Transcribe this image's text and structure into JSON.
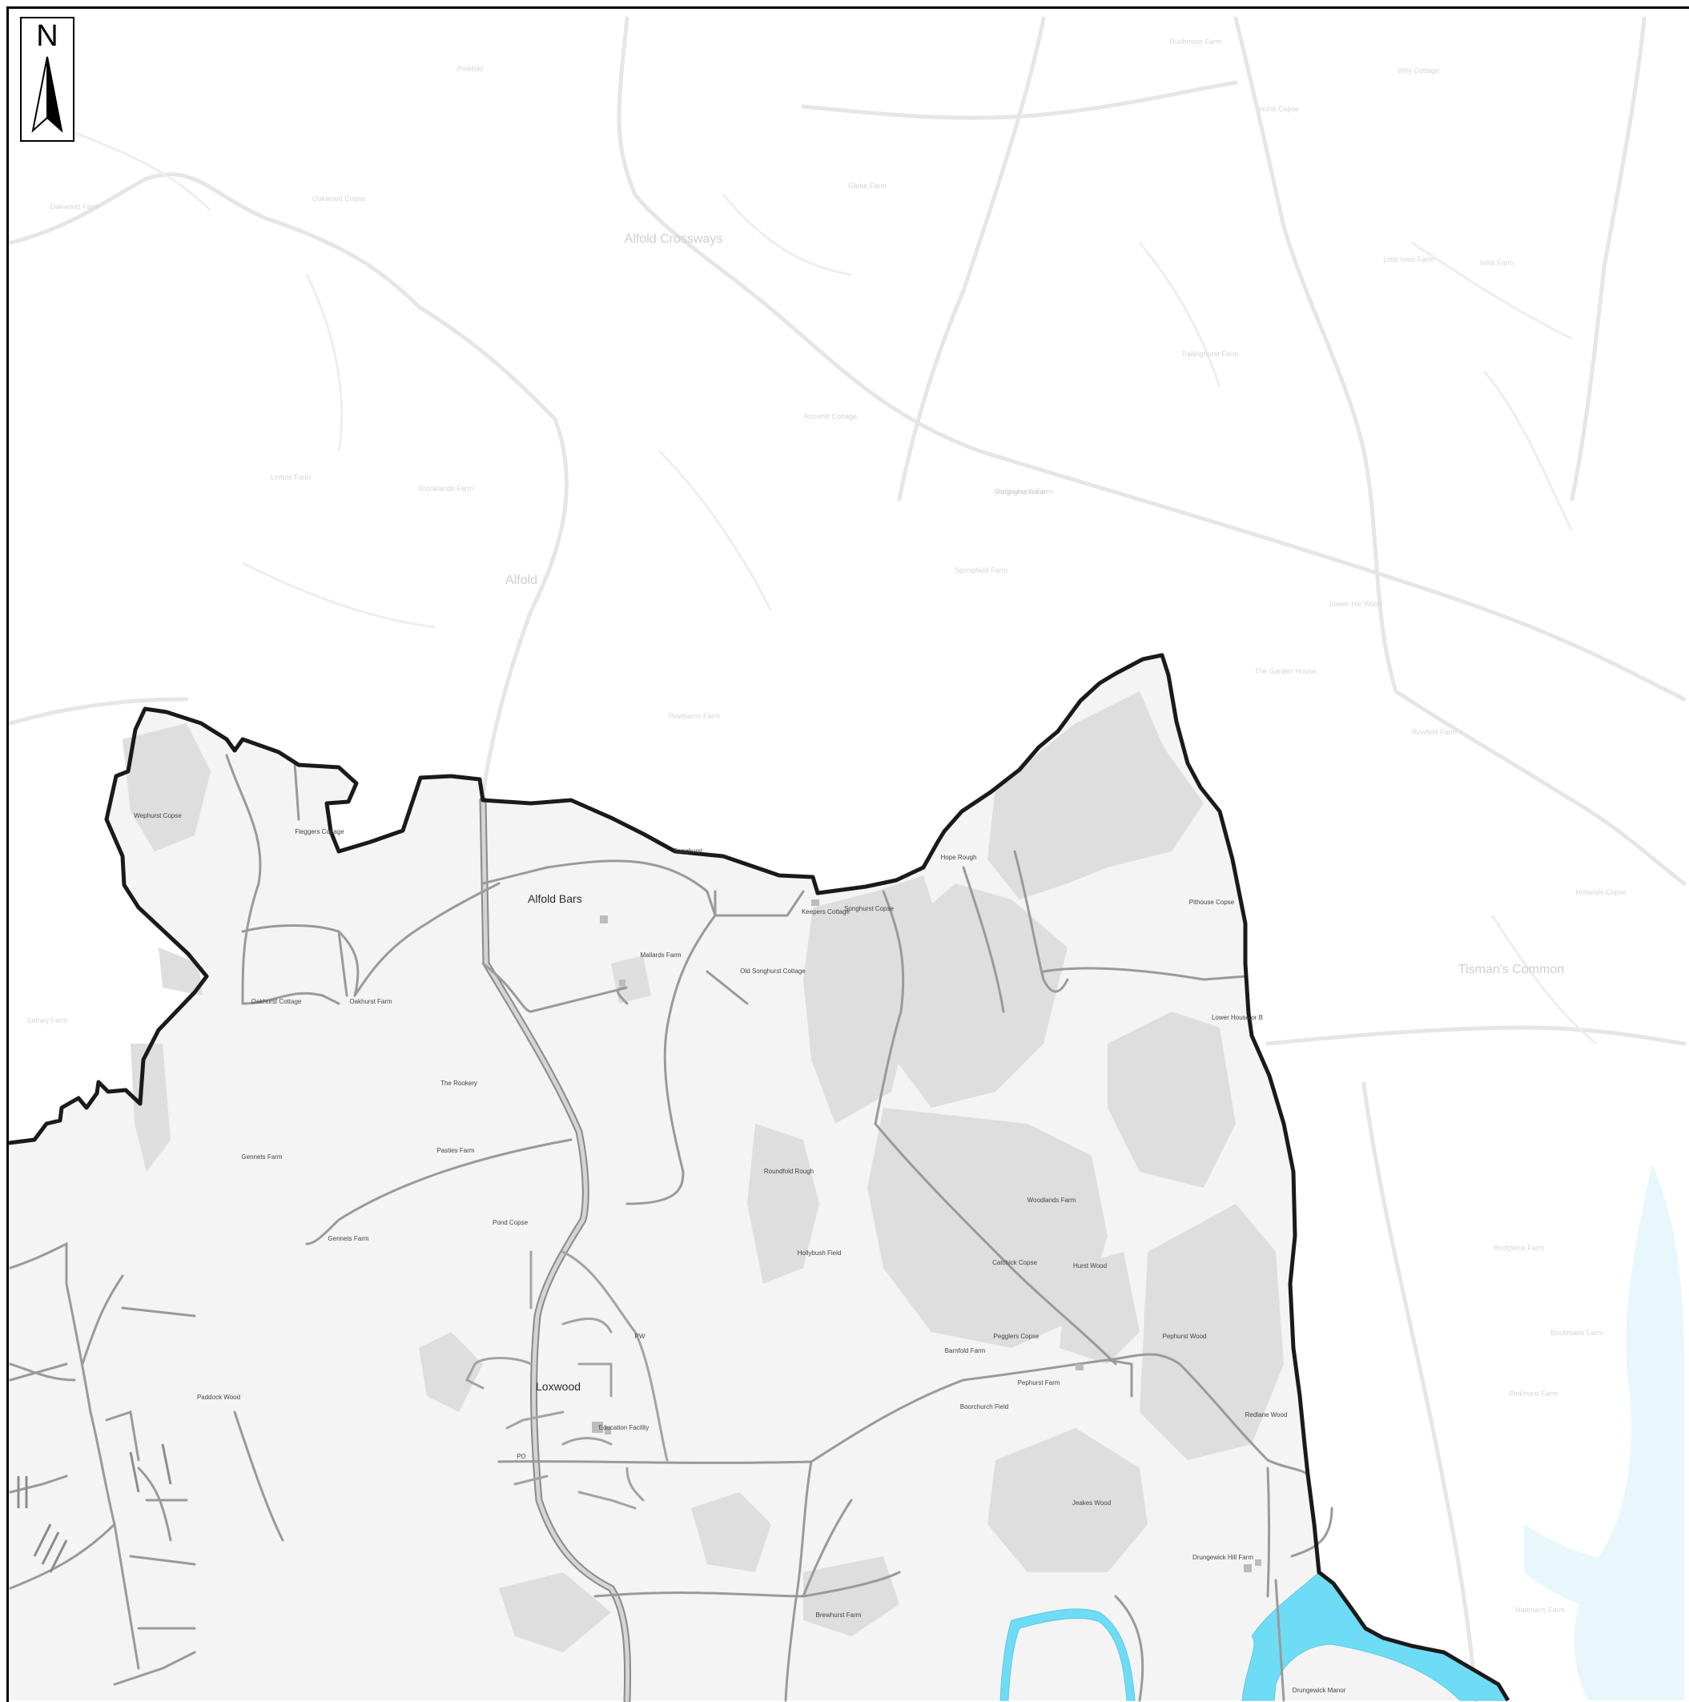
{
  "north_arrow": {
    "letter": "N",
    "icon": "north-arrow-icon"
  },
  "colors": {
    "background": "#ffffff",
    "area_fill": "#f4f4f4",
    "woodland": "#dedede",
    "boundary": "#1a1a1a",
    "water": "#6fdcf5",
    "water_faint": "#e8f7fc",
    "road": "#9a9a9a",
    "faint_road": "#ececec",
    "faint_text": "#d2d2d2",
    "label": "#333333"
  },
  "places": {
    "main": [
      {
        "id": "alfold-bars",
        "text": "Alfold Bars"
      },
      {
        "id": "loxwood",
        "text": "Loxwood"
      }
    ],
    "secondary": [
      {
        "id": "wephurst-copse",
        "text": "Wephurst Copse"
      },
      {
        "id": "fleggers-cottage",
        "text": "Fleggers Cottage"
      },
      {
        "id": "songhurst",
        "text": "Songhurst"
      },
      {
        "id": "keepers-cottage",
        "text": "Keepers Cottage"
      },
      {
        "id": "songhurst-copse",
        "text": "Songhurst Copse"
      },
      {
        "id": "hope-rough",
        "text": "Hope Rough"
      },
      {
        "id": "pithouse-copse",
        "text": "Pithouse Copse"
      },
      {
        "id": "mallards-farm",
        "text": "Mallards Farm"
      },
      {
        "id": "old-songhurst",
        "text": "Old Songhurst Cottage"
      },
      {
        "id": "oakhurst-cottage",
        "text": "Oakhurst Cottage"
      },
      {
        "id": "oakhurst-farm",
        "text": "Oakhurst Farm"
      },
      {
        "id": "lowerhouse",
        "text": "Lower House or B"
      },
      {
        "id": "the-rookery",
        "text": "The Rookery"
      },
      {
        "id": "gennets-farm",
        "text": "Gennets Farm"
      },
      {
        "id": "pasties-farm",
        "text": "Pasties Farm"
      },
      {
        "id": "pond-copse",
        "text": "Pond Copse"
      },
      {
        "id": "gennets-farm-2",
        "text": "Gennets Farm"
      },
      {
        "id": "paddock-wood",
        "text": "Paddock Wood"
      },
      {
        "id": "roundfold-rough",
        "text": "Roundfold Rough"
      },
      {
        "id": "hollybush-field",
        "text": "Hollybush Field"
      },
      {
        "id": "woodlands-farm",
        "text": "Woodlands Farm"
      },
      {
        "id": "catchick-copse",
        "text": "Catchick Copse"
      },
      {
        "id": "hurst-wood",
        "text": "Hurst Wood"
      },
      {
        "id": "barnfold-farm",
        "text": "Barnfold Farm"
      },
      {
        "id": "pegglers-copse",
        "text": "Pegglers Copse"
      },
      {
        "id": "pephurst-farm",
        "text": "Pephurst Farm"
      },
      {
        "id": "pephurst-wood",
        "text": "Pephurst Wood"
      },
      {
        "id": "boorchurch-field",
        "text": "Boorchurch Field"
      },
      {
        "id": "redlane-wood",
        "text": "Redlane Wood"
      },
      {
        "id": "education",
        "text": "Education Facility"
      },
      {
        "id": "jeakes-wood",
        "text": "Jeakes Wood"
      },
      {
        "id": "drungewick-hill",
        "text": "Drungewick Hill Farm"
      },
      {
        "id": "brewhurst-farm",
        "text": "Brewhurst Farm"
      },
      {
        "id": "drungewick-manor",
        "text": "Drungewick Manor"
      },
      {
        "id": "pw",
        "text": "PW"
      },
      {
        "id": "po",
        "text": "PO"
      }
    ],
    "faint_large": [
      {
        "id": "alfold-crossways",
        "text": "Alfold Crossways"
      },
      {
        "id": "alfold",
        "text": "Alfold"
      },
      {
        "id": "tismans-common",
        "text": "Tisman's Common"
      }
    ],
    "faint_small": [
      {
        "id": "f1",
        "text": "Rushmoor Farm"
      },
      {
        "id": "f2",
        "text": "Pinefold"
      },
      {
        "id": "f3",
        "text": "Oakwood Farm"
      },
      {
        "id": "f4",
        "text": "Pallinghurst Farm"
      },
      {
        "id": "f5",
        "text": "Songhurst Farm"
      },
      {
        "id": "f6",
        "text": "Rosehill Cottage"
      },
      {
        "id": "f7",
        "text": "Sidney Farm"
      },
      {
        "id": "f8",
        "text": "Brooklands Farm"
      },
      {
        "id": "f9",
        "text": "Linfold Farm"
      },
      {
        "id": "f10",
        "text": "Glebe Farm"
      },
      {
        "id": "f11",
        "text": "Pallinghurst Farm"
      },
      {
        "id": "f12",
        "text": "Rowbarns Farm"
      },
      {
        "id": "f13",
        "text": "Springfield Farm"
      },
      {
        "id": "f14",
        "text": "Oakwood Copse"
      },
      {
        "id": "f15",
        "text": "Little Ivels Farm"
      },
      {
        "id": "f16",
        "text": "Hurst Copse"
      },
      {
        "id": "f17",
        "text": "The Garden House"
      },
      {
        "id": "f18",
        "text": "Rudgwick Farm"
      },
      {
        "id": "f19",
        "text": "Lower Hill Wood"
      },
      {
        "id": "f20",
        "text": "Rowfold Farm"
      },
      {
        "id": "f21",
        "text": "Buckmans Farm"
      },
      {
        "id": "f22",
        "text": "Pinkhurst Farm"
      },
      {
        "id": "f23",
        "text": "Hollands Copse"
      },
      {
        "id": "f24",
        "text": "Ivels Farm"
      },
      {
        "id": "f25",
        "text": "Hadmans Farm"
      },
      {
        "id": "f26",
        "text": "Wey Cottage"
      }
    ]
  }
}
